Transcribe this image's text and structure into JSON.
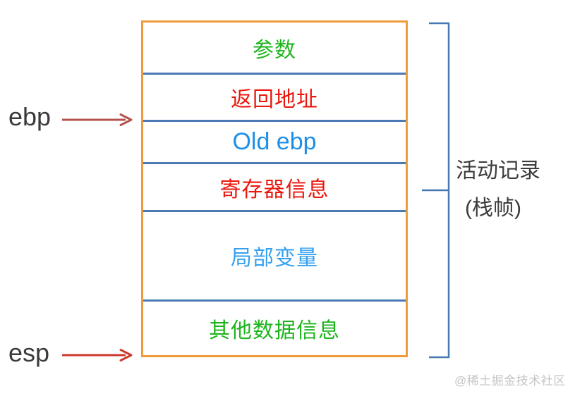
{
  "stack_box": {
    "border_color": "#f09a3e",
    "divider_color": "#4a79b4",
    "sections": [
      {
        "id": "params",
        "label": "参数",
        "color": "#1eb41e"
      },
      {
        "id": "return-address",
        "label": "返回地址",
        "color": "#ea170c"
      },
      {
        "id": "old-ebp",
        "label": "Old ebp",
        "color": "#1e8fe8"
      },
      {
        "id": "register-info",
        "label": "寄存器信息",
        "color": "#ea170c"
      },
      {
        "id": "local-vars",
        "label": "局部变量",
        "color": "#35a0ef"
      },
      {
        "id": "other-data",
        "label": "其他数据信息",
        "color": "#1eb41e"
      }
    ]
  },
  "pointers": {
    "ebp": {
      "label": "ebp",
      "arrow_color": "#b5524b",
      "text_color": "#3b3b3b"
    },
    "esp": {
      "label": "esp",
      "arrow_color": "#cd3a2d",
      "text_color": "#3b3b3b"
    }
  },
  "bracket": {
    "color": "#4679b2",
    "label_line1": "活动记录",
    "label_line2": "(栈帧)"
  },
  "watermark": "@稀土掘金技术社区"
}
